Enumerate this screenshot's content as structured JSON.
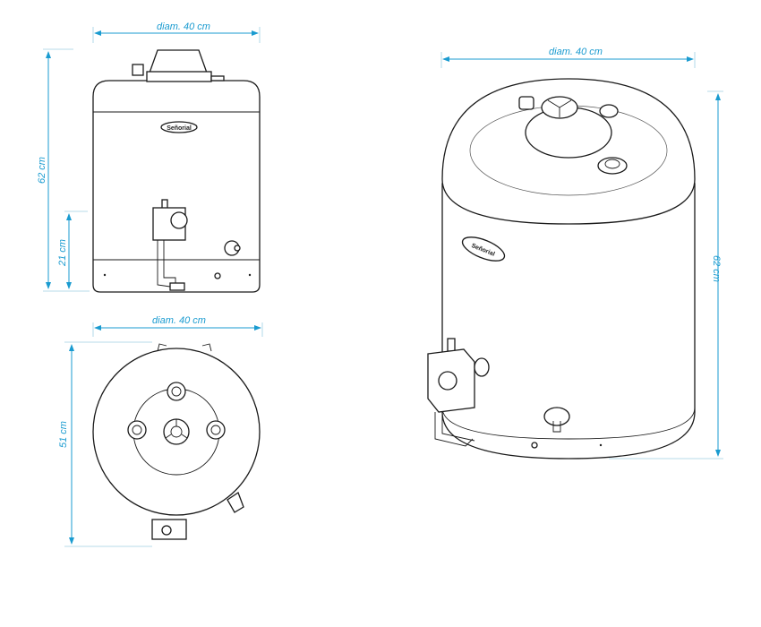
{
  "brand_logo": "Señorial",
  "front_view": {
    "width_label": "diam. 40 cm",
    "height_label": "62 cm",
    "valve_height_label": "21 cm"
  },
  "top_view": {
    "width_label": "diam. 40 cm",
    "depth_label": "51 cm"
  },
  "iso_view": {
    "width_label": "diam. 40 cm",
    "height_label": "62 cm"
  },
  "colors": {
    "dimension": "#1a9bd0",
    "outline": "#1a1a1a"
  }
}
